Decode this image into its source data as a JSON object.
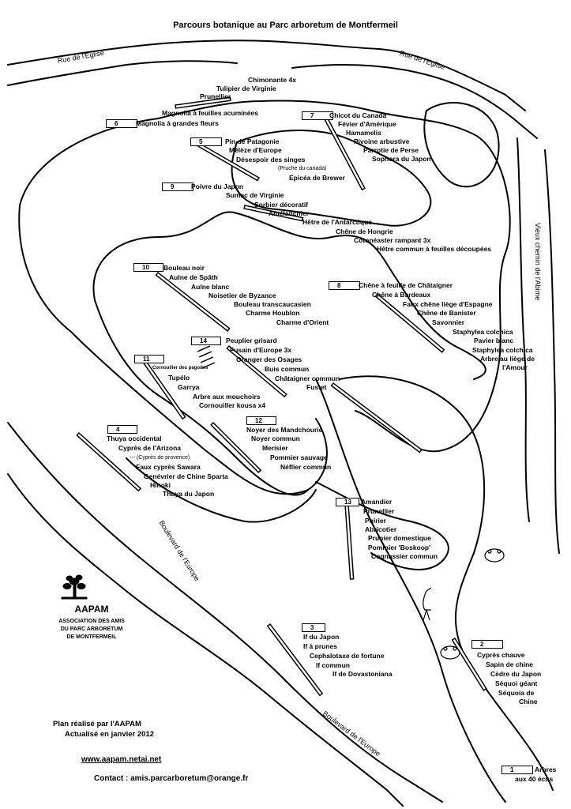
{
  "title": "Parcours botanique au Parc arboretum de Montfermeil",
  "roads": {
    "rue_eglise_left": "Rue de l'Eglise",
    "rue_eglise_right": "Rue de l'Eglise",
    "vieux_chemin": "Vieux chemin de l'Abime",
    "bd_europe_upper": "Boulevard de l'Europe",
    "bd_europe_lower": "Boulevard de l'Europe"
  },
  "stations": [
    {
      "number": "1",
      "plants": [
        "Arbres",
        "aux 40 écus"
      ]
    },
    {
      "number": "2",
      "plants": [
        "Cyprès chauve",
        "Sapin de chine",
        "Cèdre du Japon",
        "Séquoi géant",
        "Séquoia de",
        "Chine"
      ]
    },
    {
      "number": "3",
      "plants": [
        "If du Japon",
        "If à prunes",
        "Cephalotaxe de fortune",
        "If commun",
        "If de Dovastoniana"
      ]
    },
    {
      "number": "4",
      "plants": [
        "Thuya occidental",
        "Cyprès de l'Arizona",
        "--- (Cyprès de provence)",
        "Faux cyprès Sawara",
        "Genévrier de Chine Sparta",
        "Hinoki",
        "Thuya du Japon"
      ]
    },
    {
      "number": "5",
      "plants": [
        "Pin de Patagonie",
        "Mélèze d'Europe",
        "Désespoir des singes",
        "(Pruche du canada)",
        "Epicéa de Brewer"
      ]
    },
    {
      "number": "6",
      "plants": [
        "Magnolia à grandes fleurs",
        "Magnolia à feuilles acuminées",
        "Prunellier",
        "Tulipier de Virginie",
        "Chimonante 4x"
      ]
    },
    {
      "number": "7",
      "plants": [
        "Chicot du Canada",
        "Févier d'Amérique",
        "Hamamelis",
        "Pivoine arbustive",
        "Parrotie de Perse",
        "Sophora du Japon"
      ]
    },
    {
      "number": "8",
      "plants": [
        "Chêne à feuille de Châtaigner",
        "Chêne à Bardeaux",
        "Faux chêne liège d'Espagne",
        "Chêne de Banister",
        "Savonnier",
        "Staphylea colchica",
        "Pavier blanc",
        "Staphylea colchica",
        "Arbre au liège de",
        "l'Amour"
      ]
    },
    {
      "number": "9",
      "plants": [
        "Poivre du Japon",
        "Sumac de Virginie",
        "Sorbier décoratif",
        "Amélanchier",
        "Hêtre de l'Antarctique",
        "Chêne de Hongrie",
        "Cotonéaster rampant 3x",
        "Hêtre commun à feuilles découpées"
      ]
    },
    {
      "number": "10",
      "plants": [
        "Bouleau noir",
        "Aulne de Spâth",
        "Aulne blanc",
        "Noisetier de Byzance",
        "Bouleau transcaucasien",
        "Charme Houblon",
        "Charme d'Orient"
      ]
    },
    {
      "number": "11",
      "plants": [
        "Cornouiller des pagodes",
        "Tupélo",
        "Garrya",
        "Arbre aux mouchoirs",
        "Cornouiller kousa x4"
      ]
    },
    {
      "number": "12",
      "plants": [
        "Noyer des Mandchourie",
        "Noyer commun",
        "Merisier",
        "Pommier sauvage",
        "Néflier commun"
      ]
    },
    {
      "number": "13",
      "plants": [
        "Amandier",
        "Prunellier",
        "Poirier",
        "Abricotier",
        "Prunier domestique",
        "Pommier 'Boskoop'",
        "Cognassier commun"
      ]
    },
    {
      "number": "14",
      "plants": [
        "Peuplier grisard",
        "Fusain d'Europe  3x",
        "Oranger des Osages",
        "Buis commun",
        "Châtaigner commun",
        "Fustet"
      ]
    }
  ],
  "association": {
    "name": "AAPAM",
    "line1": "ASSOCIATION DES AMIS",
    "line2": "DU PARC ARBORETUM",
    "line3": "DE MONTFERMEIL"
  },
  "footer": {
    "plan_by": "Plan réalisé par l'AAPAM",
    "updated": "Actualisé en janvier 2012",
    "website": "www.aapam.netai.net",
    "contact": "Contact : amis.parcarboretum@orange.fr"
  }
}
